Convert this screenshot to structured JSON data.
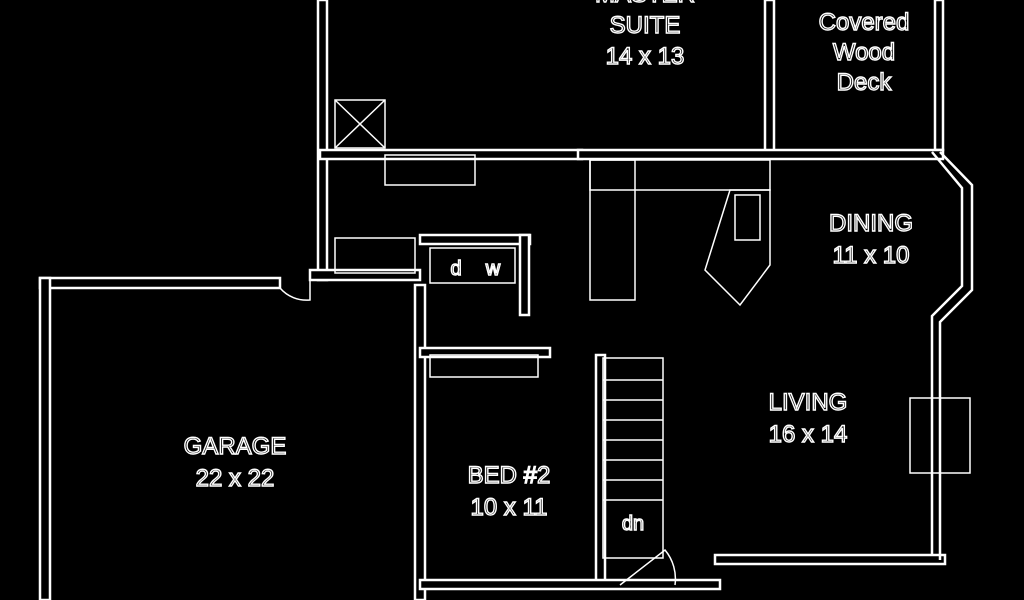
{
  "plan": {
    "rooms": {
      "master_suite": {
        "name_line1": "MASTER",
        "name_line2": "SUITE",
        "size": "14 x 13"
      },
      "deck": {
        "line1": "Covered",
        "line2": "Wood",
        "line3": "Deck"
      },
      "dining": {
        "name": "DINING",
        "size": "11 x 10"
      },
      "living": {
        "name": "LIVING",
        "size": "16 x 14"
      },
      "garage": {
        "name": "GARAGE",
        "size": "22 x 22"
      },
      "bed2": {
        "name": "BED #2",
        "size": "10 x 11"
      }
    },
    "stairs_label": "dn",
    "laundry": {
      "dryer": "d",
      "washer": "w"
    }
  },
  "colors": {
    "background": "#000000",
    "lines": "#ffffff"
  }
}
